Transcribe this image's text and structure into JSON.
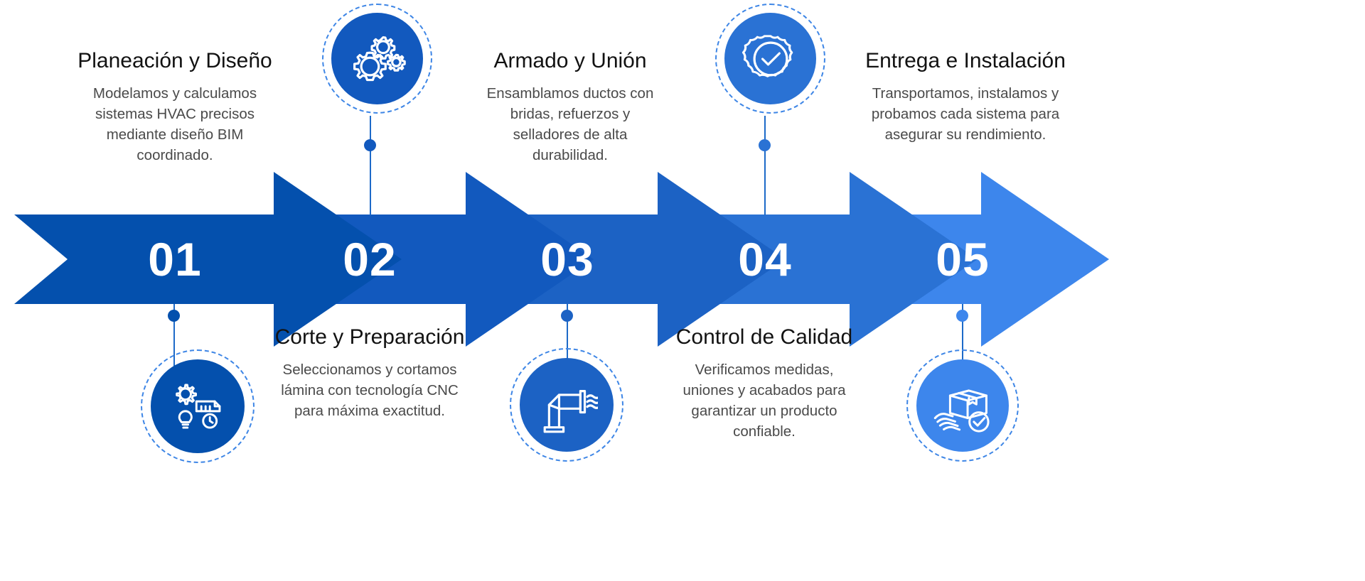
{
  "theme": {
    "seg1": "#0450AD",
    "seg2": "#1259BE",
    "seg3": "#1C62C4",
    "seg4": "#2A72D4",
    "seg5": "#3D86EC",
    "dash_ring": "#3E86E6",
    "title_color": "#121212",
    "desc_color": "#4A4A4A",
    "number_color": "#FFFFFF",
    "background": "#FFFFFF"
  },
  "steps": [
    {
      "number": "01",
      "title": "Planeación y Diseño",
      "description": "Modelamos y calculamos sistemas HVAC precisos mediante diseño BIM coordinado.",
      "icon": "design-gear-lightbulb-icon",
      "icon_position": "bottom",
      "text_position": "top",
      "color": "#0450AD"
    },
    {
      "number": "02",
      "title": "Corte y Preparación",
      "description": "Seleccionamos y cortamos lámina con tecnología CNC para máxima exactitud.",
      "icon": "gears-icon",
      "icon_position": "top",
      "text_position": "bottom",
      "color": "#1259BE"
    },
    {
      "number": "03",
      "title": "Armado y Unión",
      "description": "Ensamblamos ductos con bridas, refuerzos y selladores de alta durabilidad.",
      "icon": "duct-pipe-airflow-icon",
      "icon_position": "bottom",
      "text_position": "top",
      "color": "#1C62C4"
    },
    {
      "number": "04",
      "title": "Control de Calidad",
      "description": "Verificamos medidas, uniones y acabados para garantizar un producto confiable.",
      "icon": "quality-check-badge-icon",
      "icon_position": "top",
      "text_position": "bottom",
      "color": "#2A72D4"
    },
    {
      "number": "05",
      "title": "Entrega e Instalación",
      "description": "Transportamos, instalamos y probamos cada sistema para asegurar su rendimiento.",
      "icon": "delivery-package-check-icon",
      "icon_position": "bottom",
      "text_position": "top",
      "color": "#3D86EC"
    }
  ]
}
